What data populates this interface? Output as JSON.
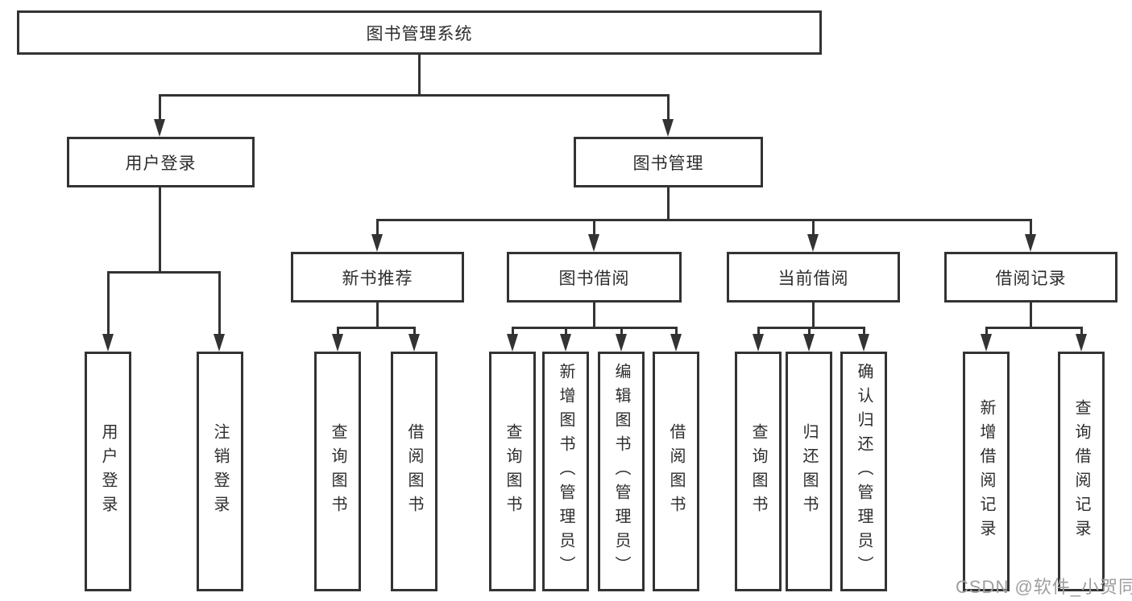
{
  "diagram": {
    "root": {
      "label": "图书管理系统"
    },
    "level2": [
      {
        "label": "用户登录",
        "leaves": [
          "用户登录",
          "注销登录"
        ]
      },
      {
        "label": "图书管理",
        "children": [
          {
            "label": "新书推荐",
            "leaves": [
              "查询图书",
              "借阅图书"
            ]
          },
          {
            "label": "图书借阅",
            "leaves": [
              "查询图书",
              "新增图书（管理员）",
              "编辑图书（管理员）",
              "借阅图书"
            ]
          },
          {
            "label": "当前借阅",
            "leaves": [
              "查询图书",
              "归还图书",
              "确认归还（管理员）"
            ]
          },
          {
            "label": "借阅记录",
            "leaves": [
              "新增借阅记录",
              "查询借阅记录"
            ]
          }
        ]
      }
    ],
    "watermark": "CSDN @软件_小贺同学",
    "colors": {
      "line": "#333333",
      "text": "#2d2d2d",
      "watermark": "#9e9e9e",
      "background": "#ffffff"
    }
  }
}
